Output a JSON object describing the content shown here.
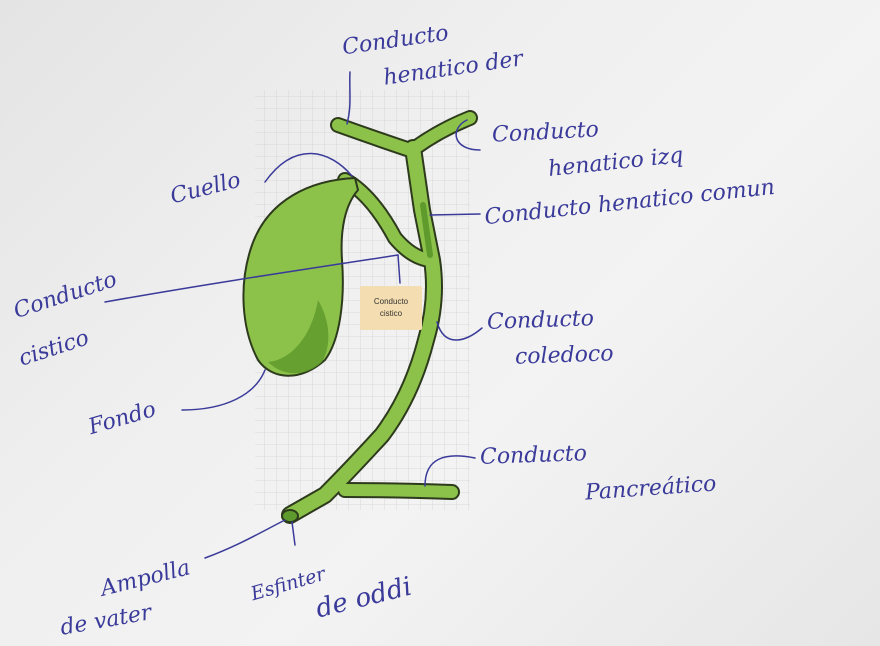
{
  "colors": {
    "organ_light": "#8cc24a",
    "organ_dark": "#5e9a2c",
    "outline": "#2d3a1c",
    "ink": "#3a3a9a",
    "grid": "#cfcfcf",
    "sticker": "#f4ddb0"
  },
  "printed": {
    "label_line1": "Conducto",
    "label_line2": "cistico"
  },
  "handwritten": {
    "hepatico_der_1": "Conducto",
    "hepatico_der_2": "henatico der",
    "hepatico_izq_1": "Conducto",
    "hepatico_izq_2": "henatico izq",
    "cuello": "Cuello",
    "hepatico_comun": "Conducto henatico comun",
    "cistico_1": "Conducto",
    "cistico_2": "cistico",
    "coledoco_1": "Conducto",
    "coledoco_2": "coledoco",
    "fondo": "Fondo",
    "pancreatico_1": "Conducto",
    "pancreatico_2": "Pancreático",
    "ampolla_1": "Ampolla",
    "ampolla_2": "de vater",
    "esfinter_1": "Esfinter",
    "esfinter_2": "de oddi"
  }
}
